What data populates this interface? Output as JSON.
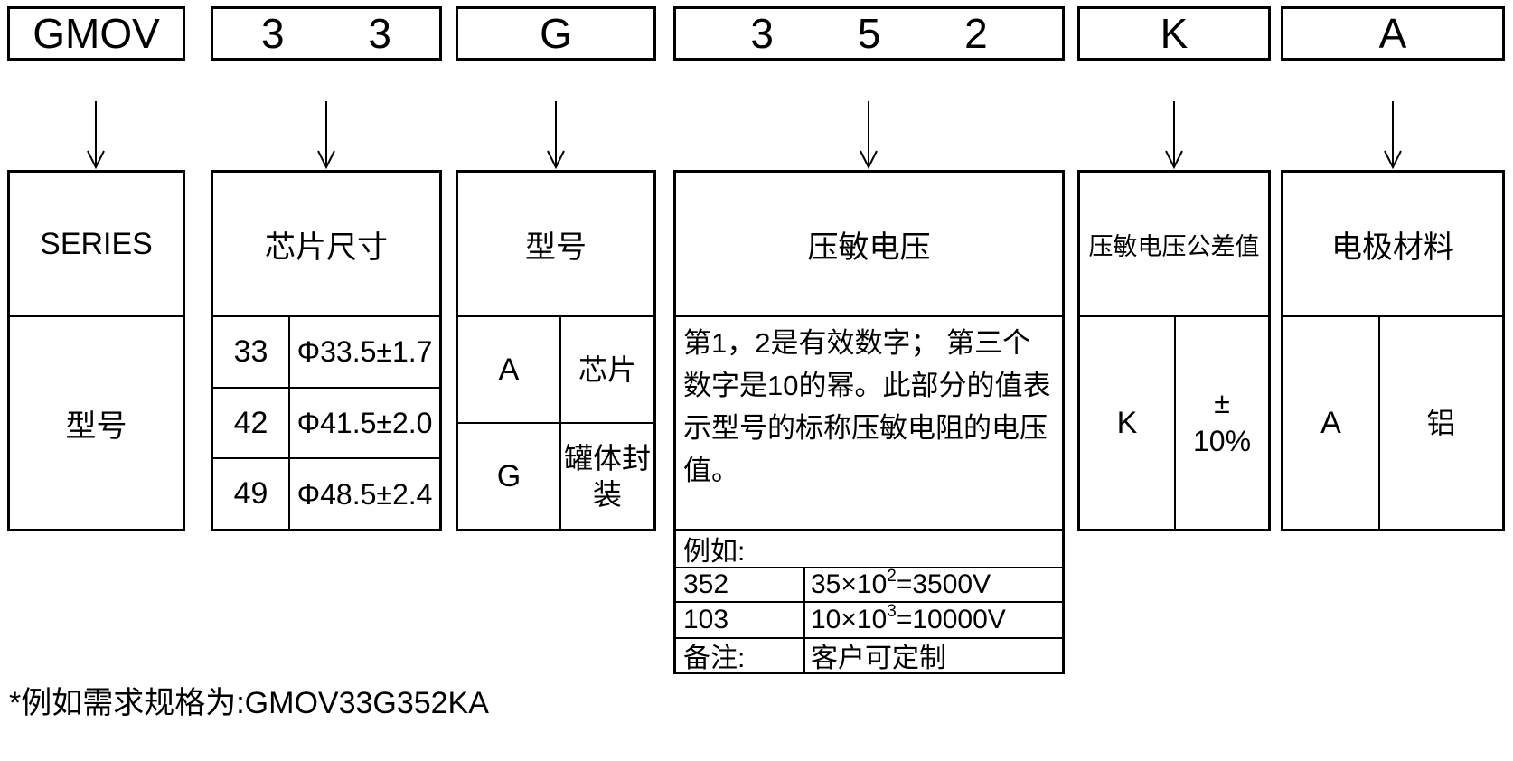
{
  "colors": {
    "line": "#000000",
    "background": "#ffffff"
  },
  "codes": [
    "GMOV",
    "3 3",
    "G",
    "3 5 2",
    "K",
    "A"
  ],
  "columns": {
    "series": {
      "header": "SERIES",
      "body": "型号"
    },
    "chip_size": {
      "header": "芯片尺寸",
      "rows": [
        {
          "code": "33",
          "value": "Φ33.5±1.7"
        },
        {
          "code": "42",
          "value": "Φ41.5±2.0"
        },
        {
          "code": "49",
          "value": "Φ48.5±2.4"
        }
      ]
    },
    "package_type": {
      "header": "型号",
      "rows": [
        {
          "code": "A",
          "value": "芯片"
        },
        {
          "code": "G",
          "value": "罐体封装"
        }
      ]
    },
    "varistor_voltage": {
      "header": "压敏电压",
      "description": "第1，2是有效数字； 第三个数字是10的幂。此部分的值表示型号的标称压敏电阻的电压值。",
      "example_label": "例如:",
      "examples": [
        {
          "code": "352",
          "base": "35×10",
          "sup": "2",
          "rest": "=3500V"
        },
        {
          "code": "103",
          "base": "10×10",
          "sup": "3",
          "rest": "=10000V"
        },
        {
          "code": "备注:",
          "base": "客户可定制",
          "sup": "",
          "rest": ""
        }
      ]
    },
    "tolerance": {
      "header": "压敏电压公差值",
      "code": "K",
      "value_line1": "±",
      "value_line2": "10%"
    },
    "electrode": {
      "header": "电极材料",
      "code": "A",
      "value": "铝"
    }
  },
  "footnote": "*例如需求规格为:GMOV33G352KA"
}
